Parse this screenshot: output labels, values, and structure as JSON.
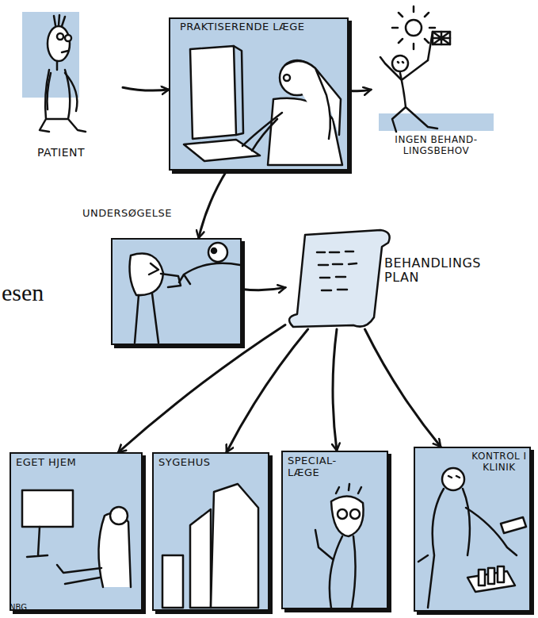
{
  "diagram": {
    "nodes": [
      {
        "text": [
          "PATIENT"
        ]
      },
      {
        "text": [
          "PRAKTISERENDE LÆGE"
        ]
      },
      {
        "text": [
          "INGEN BEHAND- LINGSBEHOV"
        ]
      },
      {
        "text": [
          "UNDERSØGELSE"
        ]
      },
      {
        "text": [
          "BEHANDLINGS PLAN"
        ]
      },
      {
        "text": [
          "EGET HJEM"
        ]
      },
      {
        "text": [
          "SYGEHUS"
        ]
      },
      {
        "text": [
          "SPECIAL- LÆGE"
        ]
      },
      {
        "text": [
          "KONTROL I KLINIK"
        ]
      }
    ],
    "edges": [
      {
        "from": 0,
        "to": 1,
        "arrow": "to"
      },
      {
        "from": 1,
        "to": 2,
        "arrow": "to"
      },
      {
        "from": 1,
        "to": 3,
        "arrow": "to"
      },
      {
        "from": 3,
        "to": 4,
        "arrow": "to"
      },
      {
        "from": 4,
        "to": 5,
        "arrow": "to"
      },
      {
        "from": 4,
        "to": 6,
        "arrow": "to"
      },
      {
        "from": 4,
        "to": 7,
        "arrow": "to"
      },
      {
        "from": 4,
        "to": 8,
        "arrow": "to"
      }
    ],
    "labels": [
      "esen",
      "NBG"
    ]
  }
}
